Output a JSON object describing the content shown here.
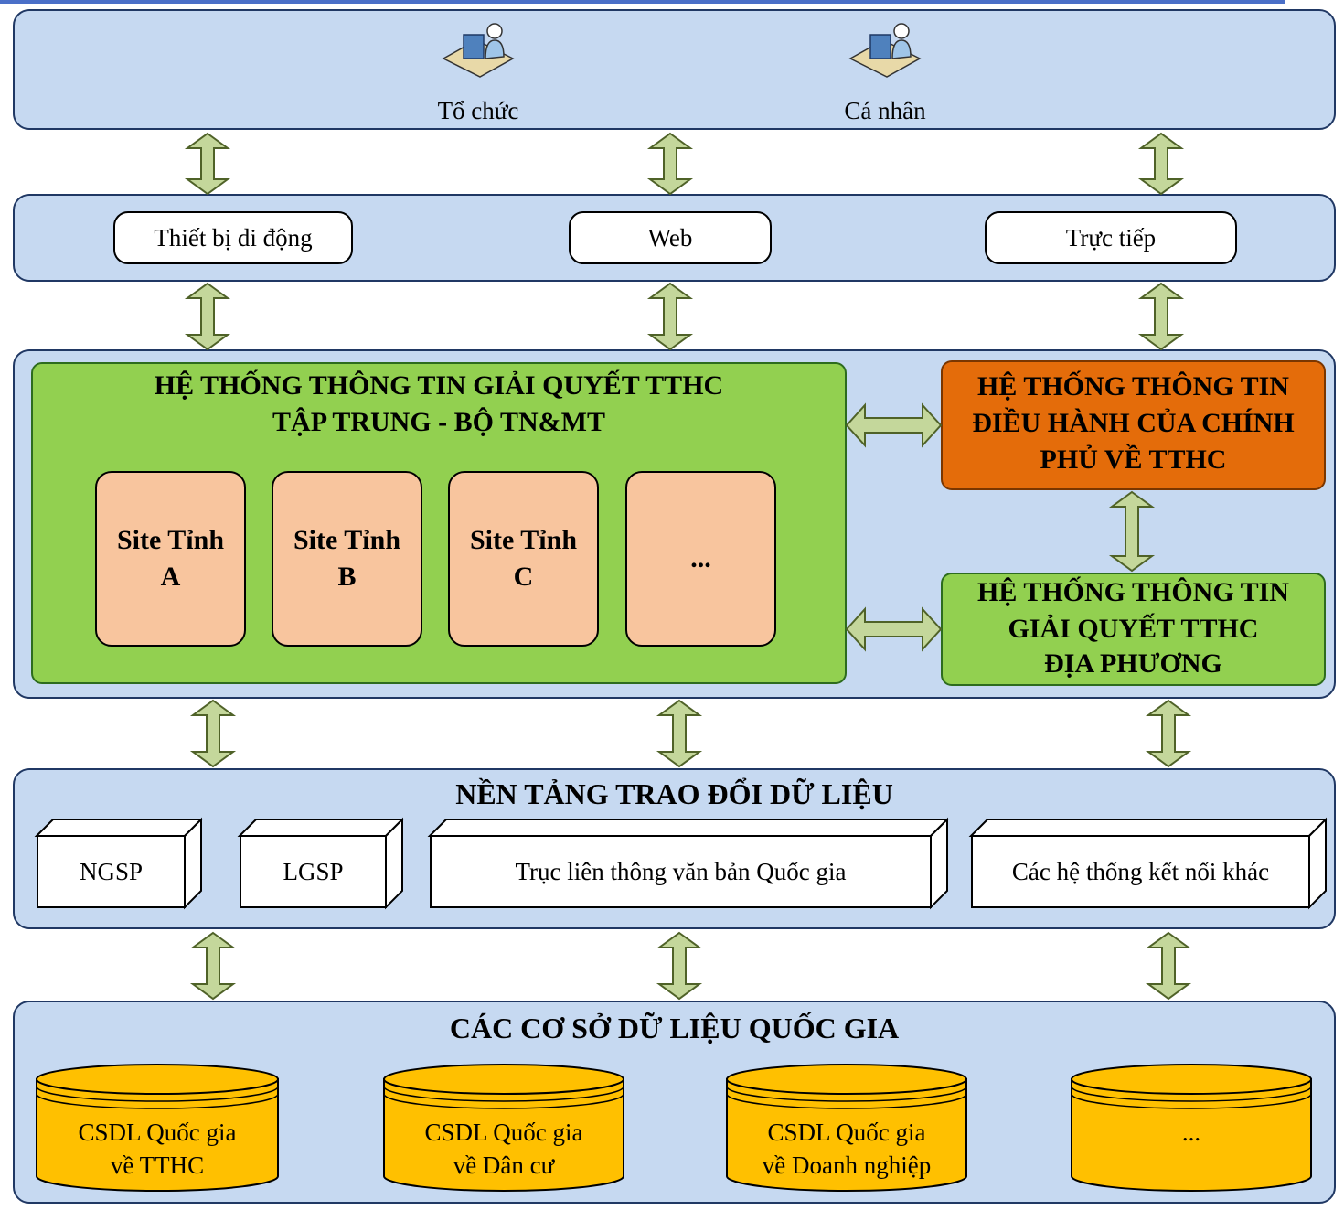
{
  "actors": {
    "org": "Tổ chức",
    "person": "Cá nhân"
  },
  "channels": {
    "mobile": "Thiết bị di động",
    "web": "Web",
    "direct": "Trực tiếp"
  },
  "central_system": {
    "title_line1": "HỆ THỐNG THÔNG TIN GIẢI QUYẾT TTHC",
    "title_line2": "TẬP TRUNG - BỘ TN&MT",
    "sites": [
      {
        "line1": "Site Tỉnh",
        "line2": "A"
      },
      {
        "line1": "Site Tỉnh",
        "line2": "B"
      },
      {
        "line1": "Site Tỉnh",
        "line2": "C"
      },
      {
        "line1": "...",
        "line2": ""
      }
    ]
  },
  "gov_system": {
    "line1": "HỆ THỐNG THÔNG TIN",
    "line2": "ĐIỀU HÀNH CỦA CHÍNH",
    "line3": "PHỦ VỀ TTHC"
  },
  "local_system": {
    "line1": "HỆ THỐNG THÔNG TIN",
    "line2": "GIẢI QUYẾT TTHC",
    "line3": "ĐỊA PHƯƠNG"
  },
  "exchange_platform": {
    "title": "NỀN TẢNG TRAO ĐỔI DỮ LIỆU",
    "items": [
      "NGSP",
      "LGSP",
      "Trục liên thông văn bản Quốc gia",
      "Các hệ thống kết nối khác"
    ]
  },
  "national_databases": {
    "title": "CÁC CƠ SỞ DỮ LIỆU QUỐC GIA",
    "items": [
      {
        "line1": "CSDL Quốc gia",
        "line2": "về TTHC"
      },
      {
        "line1": "CSDL Quốc gia",
        "line2": "về Dân cư"
      },
      {
        "line1": "CSDL Quốc gia",
        "line2": "về Doanh nghiệp"
      },
      {
        "line1": "...",
        "line2": ""
      }
    ]
  },
  "colors": {
    "layer_fill": "#c6d9f1",
    "green": "#92d050",
    "orange": "#e46c0a",
    "site_fill": "#f8c59e",
    "db_fill": "#ffc000",
    "arrow_fill": "#c4d79b"
  },
  "icons": [
    "user-at-computer-icon",
    "user-at-computer-icon"
  ]
}
